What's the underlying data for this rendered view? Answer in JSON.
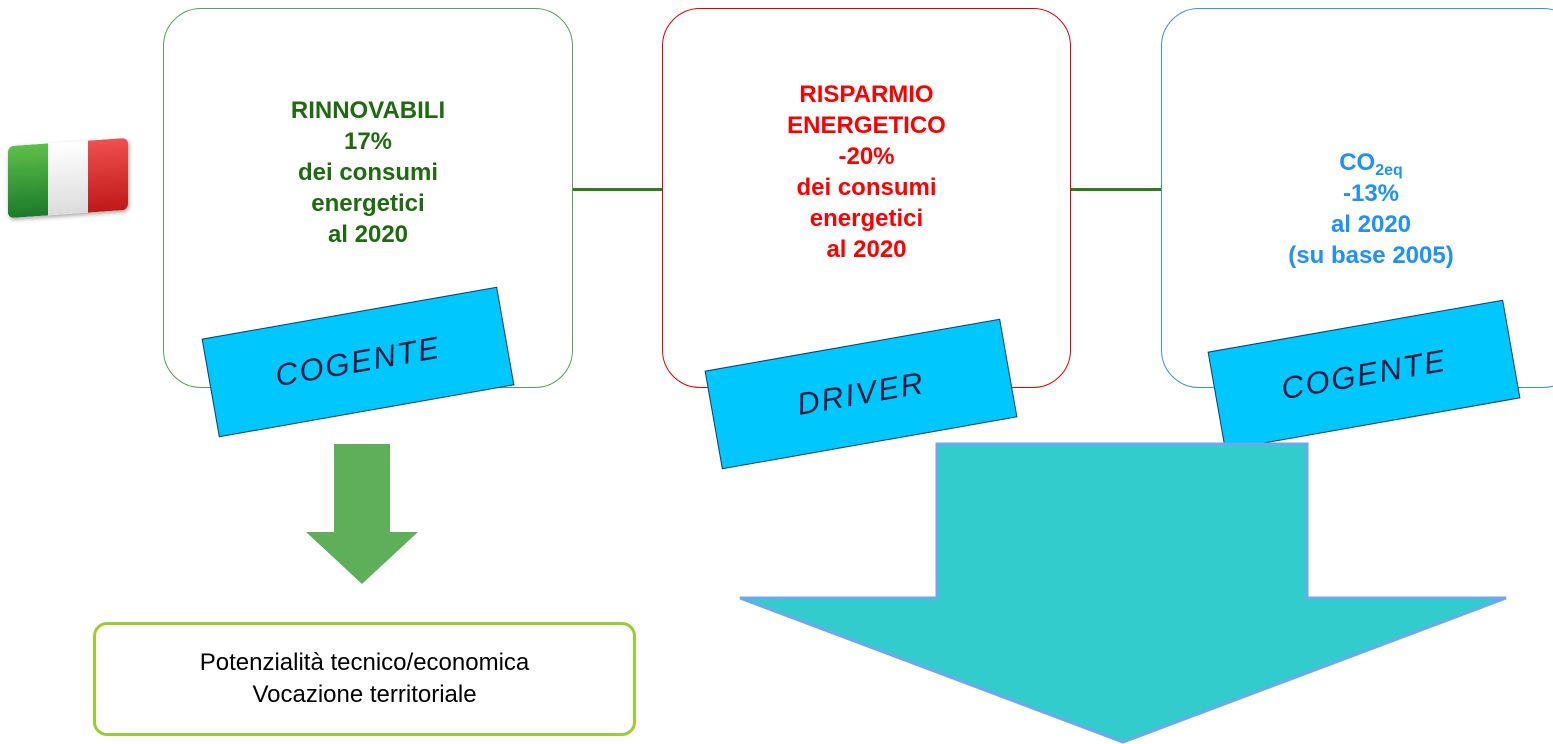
{
  "flag": {
    "icon": "italian-flag-icon",
    "colors": [
      "#2f9e3a",
      "#ffffff",
      "#e02020"
    ]
  },
  "boxes": {
    "renewables": {
      "line1": "RINNOVABILI",
      "line2": "17%",
      "line3": "dei consumi",
      "line4": "energetici",
      "line5": "al 2020",
      "stamp": "COGENTE",
      "color": "#1e6b0f"
    },
    "energy_saving": {
      "line1": "RISPARMIO",
      "line2": "ENERGETICO",
      "line3": "-20%",
      "line4": "dei consumi",
      "line5": "energetici",
      "line6": "al 2020",
      "stamp": "DRIVER",
      "color": "#ff0000"
    },
    "co2": {
      "co2_main": "CO",
      "co2_sub": "2eq",
      "line2": "-13%",
      "line3": "al 2020",
      "line4": "(su base 2005)",
      "stamp": "COGENTE",
      "color": "#1e90ff"
    }
  },
  "note": {
    "line1": "Potenzialità tecnico/economica",
    "line2": "Vocazione territoriale"
  },
  "colors": {
    "stamp": "#00c8ff",
    "big_arrow": "#33cccc",
    "green_arrow": "#5fae5a",
    "note_border": "#9acd32"
  }
}
